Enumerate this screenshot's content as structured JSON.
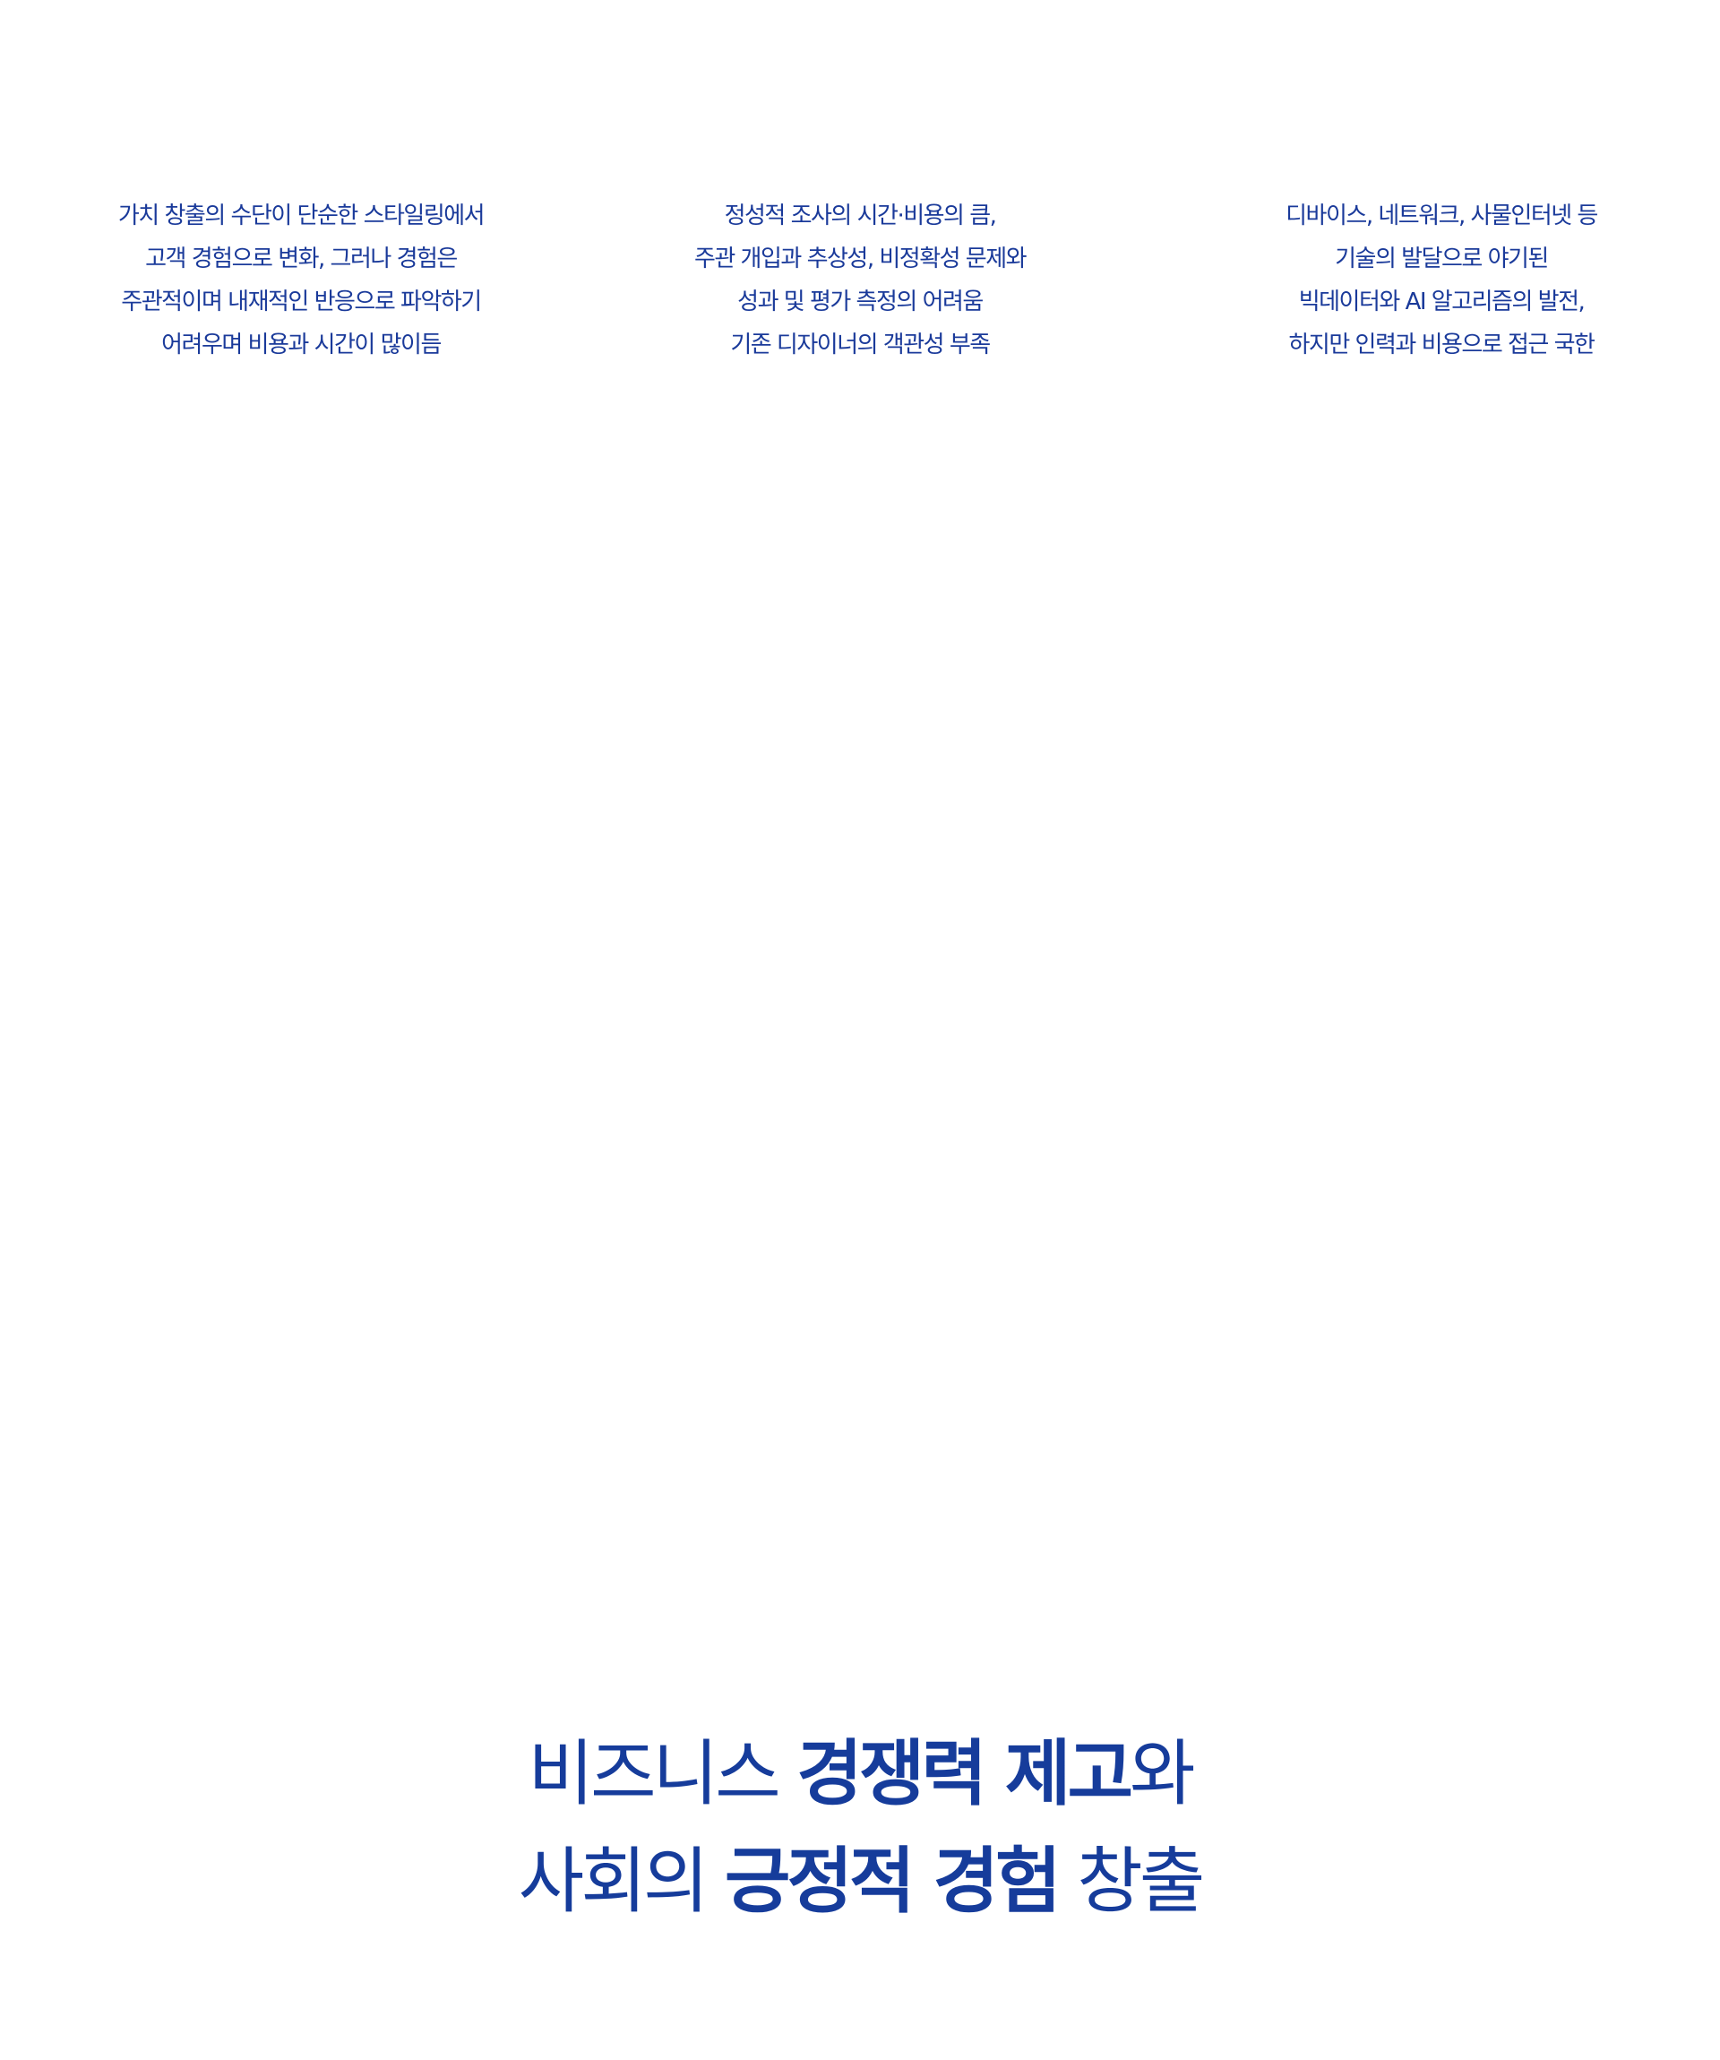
{
  "columns": [
    {
      "lines": [
        "가치 창출의 수단이 단순한 스타일링에서",
        "고객 경험으로 변화, 그러나 경험은",
        "주관적이며 내재적인 반응으로 파악하기",
        "어려우며 비용과 시간이 많이듬"
      ]
    },
    {
      "lines": [
        "정성적 조사의 시간·비용의 큼,",
        "주관 개입과 추상성, 비정확성 문제와",
        "성과 및 평가 측정의 어려움",
        "기존 디자이너의 객관성 부족"
      ]
    },
    {
      "lines": [
        "디바이스, 네트워크, 사물인터넷 등",
        "기술의 발달으로 야기된",
        "빅데이터와 AI 알고리즘의 발전,",
        "하지만 인력과 비용으로 접근 국한"
      ]
    }
  ],
  "headline": {
    "line1": {
      "part1": "비즈니스 ",
      "part2": "경쟁력 제고",
      "part3": "와"
    },
    "line2": {
      "part1": "사회의 ",
      "part2": "긍정적 경험",
      "part3": " 창출"
    }
  },
  "colors": {
    "text": "#1a3a9a",
    "headline": "#163c9b",
    "background": "#ffffff"
  }
}
